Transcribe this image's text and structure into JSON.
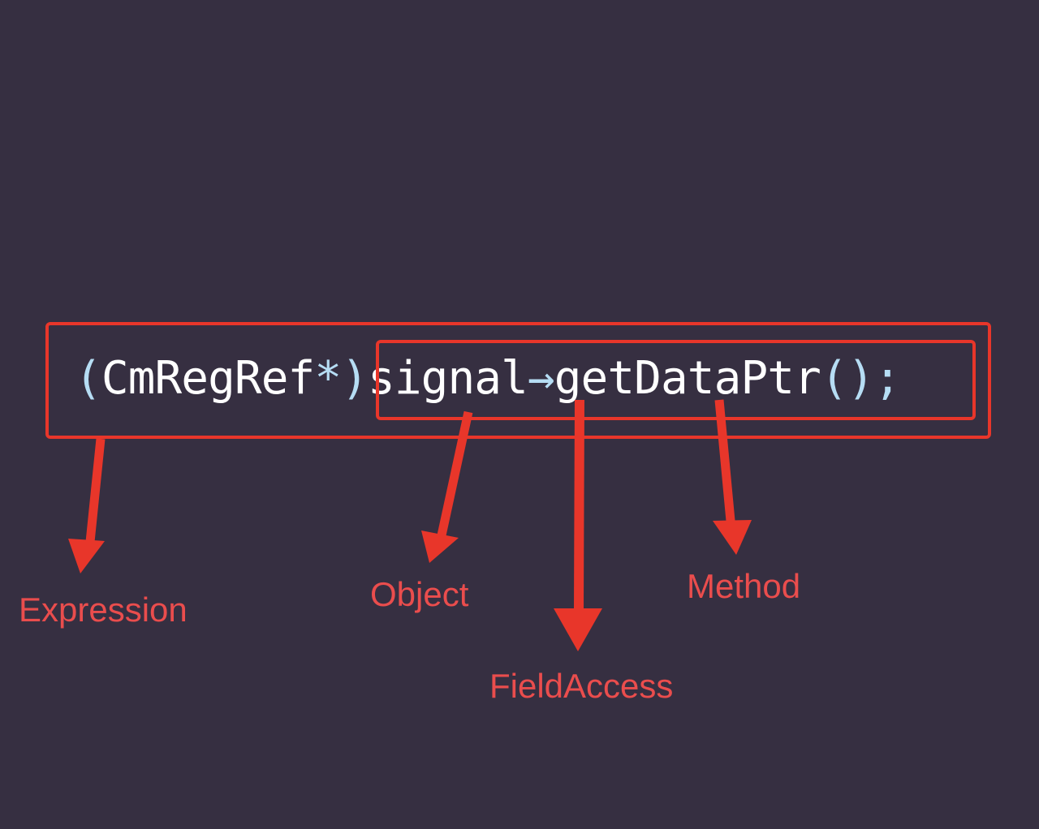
{
  "code": {
    "paren_open": "(",
    "cast_type": "CmRegRef",
    "star": "*",
    "paren_close": ")",
    "object": "signal",
    "arrow": "→",
    "method": "getDataPtr",
    "call_parens": "()",
    "semicolon": ";"
  },
  "labels": {
    "expression": "Expression",
    "object": "Object",
    "field_access": "FieldAccess",
    "method": "Method"
  },
  "colors": {
    "background": "#362f41",
    "annotation": "#e8362a",
    "label_text": "#ea4d4d",
    "code_text": "#ffffff",
    "code_punctuation": "#b6ddf4"
  }
}
